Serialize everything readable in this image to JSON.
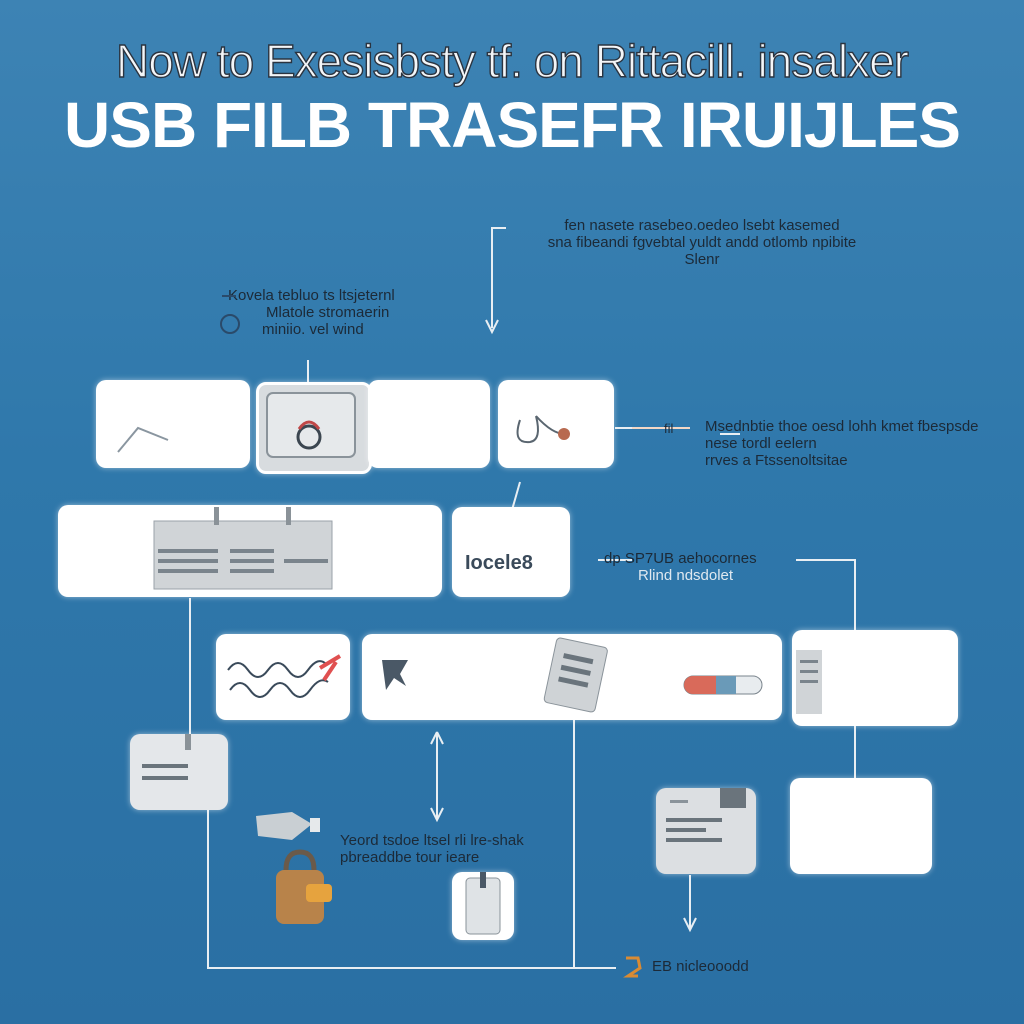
{
  "title": {
    "line1": "Now to Exesisbsty tf. on Rittacill. insalxer",
    "line2": "USB FILB TRASEFR IRUIJLES"
  },
  "annotations": {
    "top_center": [
      "fen nasete rasebeo.oedeo lsebt kasemed",
      "sna fibeandi fgvebtal yuldt andd otlomb npibite",
      "Slenr"
    ],
    "top_left": [
      "Kovela tebluo ts ltsjeternl",
      "Mlatole stromaerin",
      "miniio. vel wind"
    ],
    "right_upper": [
      "Msednbtie thoe oesd lohh kmet fbespsde",
      "nese tordl  eelern",
      "rrves a Ftssenoltsitae"
    ],
    "right_middle": [
      "dp  SP7UB  aehocornes",
      "Rlind  ndsdolet"
    ],
    "bottom_center": [
      "Yeord  tsdoe ltsel  rli  lre-shak",
      "pbreaddbe tour  ieare"
    ],
    "bottom_right": "EB  nicleooodd",
    "box_label": "Iocele8",
    "small_tag": "fil"
  },
  "icons": {
    "laptop": "laptop-icon",
    "cable": "usb-cable-icon",
    "folder": "folder-icon",
    "drive": "usb-drive-icon",
    "wave": "signal-wave-icon",
    "cursor": "cursor-icon",
    "pill": "pill-capsule-icon",
    "lock": "padlock-icon",
    "printer": "printer-icon"
  },
  "colors": {
    "background": "#3178ad",
    "box": "#ffffff",
    "line": "#e8eef3",
    "accent_red": "#e05050",
    "accent_orange": "#d98b33"
  }
}
